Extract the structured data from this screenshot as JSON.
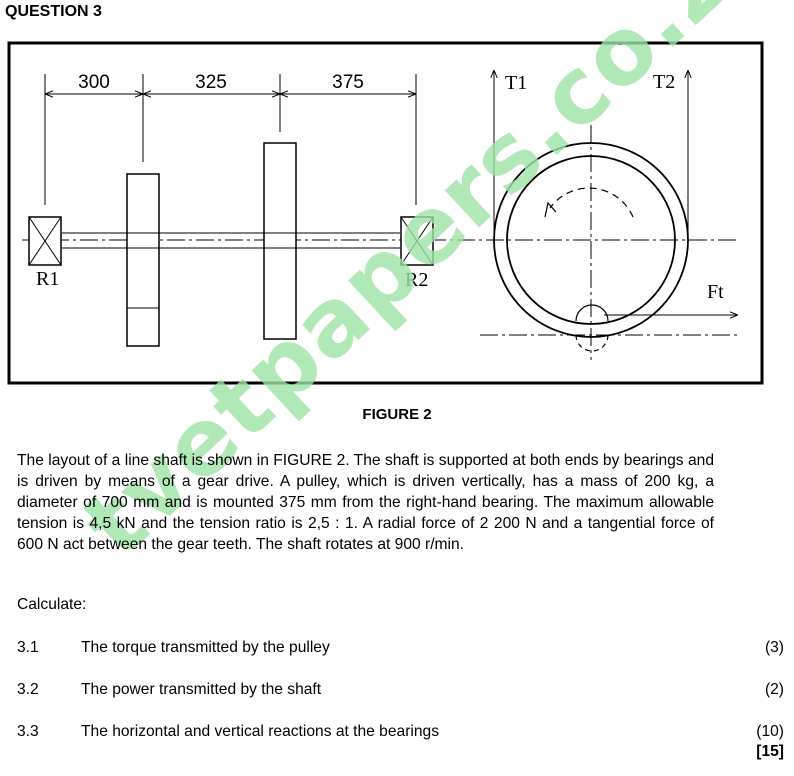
{
  "header": {
    "title": "QUESTION 3"
  },
  "figure": {
    "dims": [
      "300",
      "325",
      "375"
    ],
    "labels": {
      "r1": "R1",
      "r2": "R2",
      "t1": "T1",
      "t2": "T2",
      "ft": "Ft"
    },
    "caption": "FIGURE 2"
  },
  "watermark": {
    "text": "tvetpapers.co.za",
    "color": "#9ee3a6"
  },
  "body": {
    "paragraph": "The layout of a line shaft is shown in FIGURE 2. The shaft is supported at both ends by bearings and is driven by means of a gear drive. A pulley, which is driven vertically, has a mass of 200 kg, a diameter of 700 mm and is mounted 375 mm from the right-hand bearing. The maximum allowable tension is 4,5 kN and the tension ratio is 2,5 : 1. A radial force of 2 200 N and a tangential force of 600 N act between the gear teeth. The shaft rotates at 900 r/min.",
    "calculate": "Calculate:"
  },
  "questions": [
    {
      "num": "3.1",
      "text": "The torque transmitted by the pulley",
      "marks": "(3)"
    },
    {
      "num": "3.2",
      "text": "The power transmitted by the shaft",
      "marks": "(2)"
    },
    {
      "num": "3.3",
      "text": "The horizontal and vertical reactions at the bearings",
      "marks": "(10)"
    }
  ],
  "total": "[15]"
}
